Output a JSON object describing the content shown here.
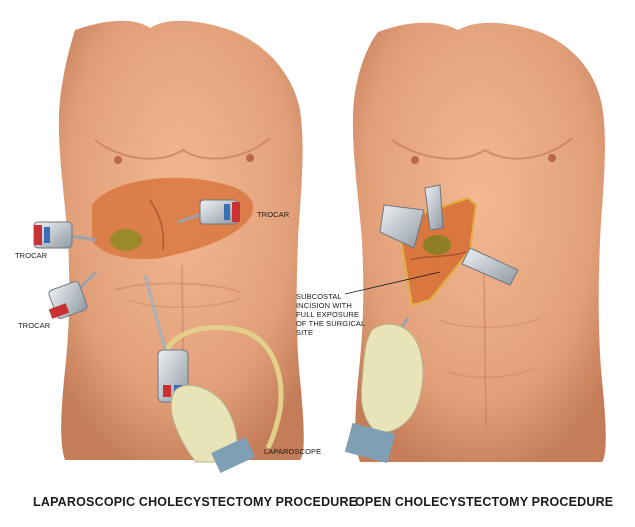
{
  "left_panel": {
    "caption": "LAPAROSCOPIC CHOLECYSTECTOMY PROCEDURE",
    "labels": {
      "trocar_right": "TROCAR",
      "trocar_left_upper": "TROCAR",
      "trocar_left_lower": "TROCAR",
      "laparoscope": "LAPAROSCOPE"
    }
  },
  "right_panel": {
    "caption": "OPEN CHOLECYSTECTOMY PROCEDURE",
    "incision_label_lines": [
      "SUBCOSTAL",
      "INCISION WITH",
      "FULL EXPOSURE",
      "OF THE SURGICAL",
      "SITE"
    ]
  },
  "colors": {
    "skin": "#e8a57f",
    "skin_shadow": "#c97b55",
    "liver": "#d9773f",
    "gallbladder": "#9c8a2a",
    "glove": "#e8e4b8",
    "steel": "#b8c0c8"
  }
}
